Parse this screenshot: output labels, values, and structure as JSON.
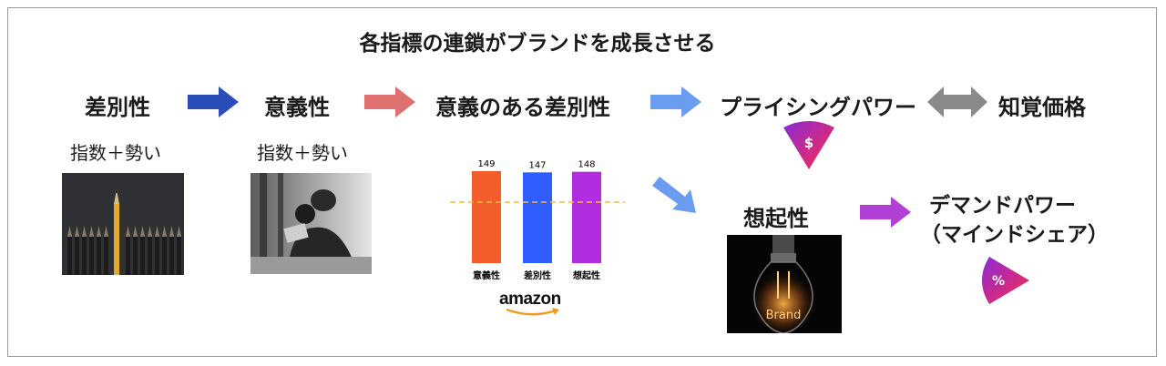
{
  "title": "各指標の連鎖がブランドを成長させる",
  "nodes": {
    "differentiation": "差別性",
    "meaning": "意義性",
    "meaningful_difference": "意義のある差別性",
    "pricing_power": "プライシングパワー",
    "perceived_price": "知覚価格",
    "salience": "想起性",
    "demand_power_line1": "デマンドパワー",
    "demand_power_line2": "（マインドシェア）"
  },
  "subs": {
    "differentiation": "指数＋勢い",
    "meaning": "指数＋勢い"
  },
  "icons": {
    "dollar": "$",
    "percent": "%"
  },
  "bulb_text": "Brand",
  "logo_text": "amazon",
  "colors": {
    "arrow_blue_dark": "#2a4db8",
    "arrow_red": "#e07070",
    "arrow_blue_light": "#6a9cf0",
    "arrow_gray": "#8a8a8a",
    "arrow_purple": "#b23fd6",
    "bar_orange": "#f25d2c",
    "bar_blue": "#2f5dff",
    "bar_purple": "#b12ee0",
    "ref_line": "#f5b942"
  },
  "chart_data": {
    "type": "bar",
    "categories": [
      "意義性",
      "差別性",
      "想起性"
    ],
    "values": [
      149,
      147,
      148
    ],
    "colors": [
      "#f25d2c",
      "#2f5dff",
      "#b12ee0"
    ],
    "ylim": [
      0,
      149
    ],
    "reference_line": "dashed"
  }
}
